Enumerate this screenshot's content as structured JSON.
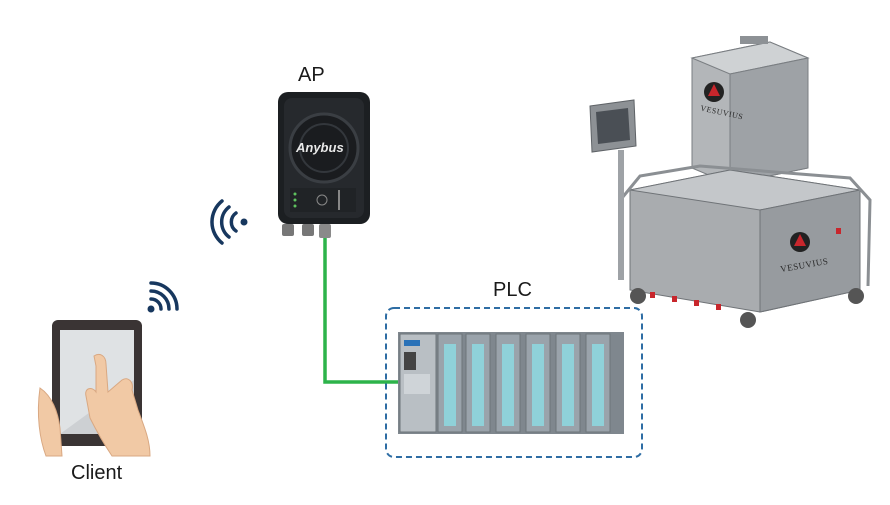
{
  "labels": {
    "ap": "AP",
    "plc": "PLC",
    "client": "Client"
  },
  "device": {
    "ap_brand": "Anybus",
    "machine_brand_1": "VESUVIUS",
    "machine_brand_2": "VESUVIUS"
  },
  "colors": {
    "cable": "#2db34a",
    "plc_box_border": "#2e6da4",
    "ap_body": "#1c1f22",
    "wifi_icon": "#17375e",
    "plc_module": "#9aa3ab",
    "plc_slot": "#8fd1d9",
    "machine_body": "#a9acaf"
  },
  "icons": [
    "wifi-signal-icon",
    "wifi-broadcast-icon",
    "tablet-icon",
    "hand-icon"
  ]
}
